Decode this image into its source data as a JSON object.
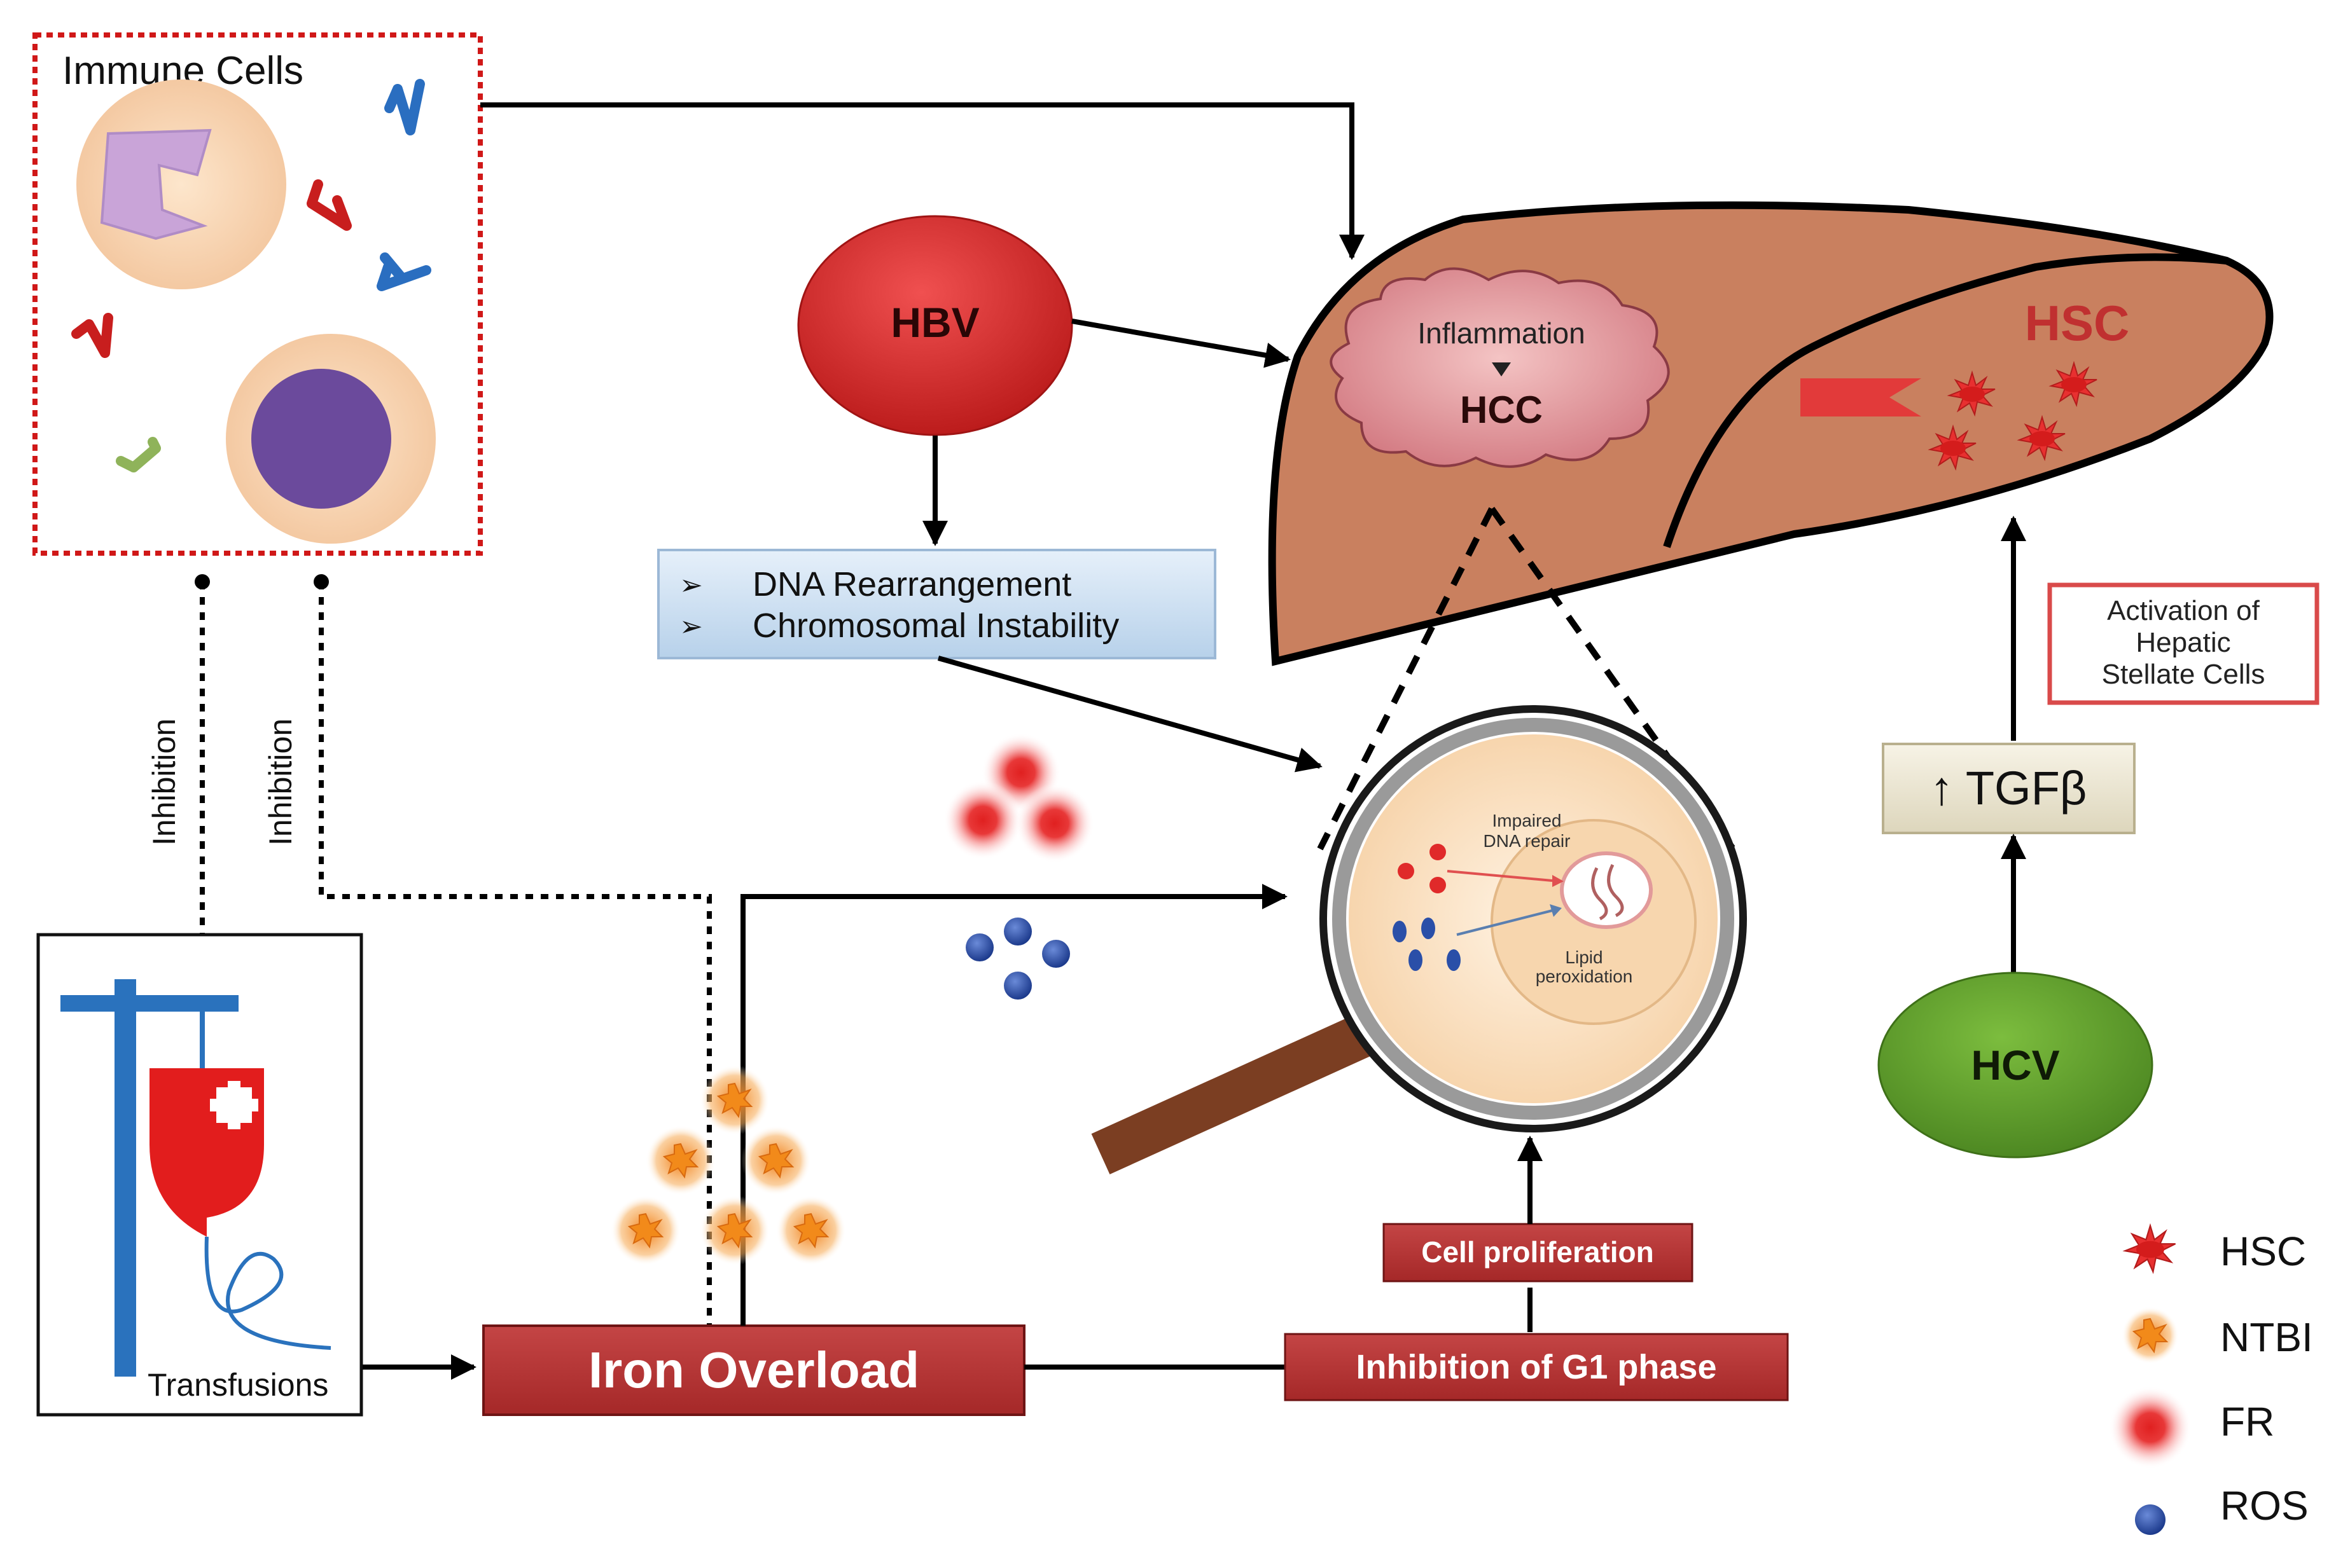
{
  "immune": {
    "label": "Immune Cells"
  },
  "inhibition": {
    "left": "Inhibition",
    "right": "Inhibition"
  },
  "transfusions": {
    "label": "Transfusions"
  },
  "iron": {
    "label": "Iron Overload"
  },
  "hbv": {
    "label": "HBV"
  },
  "dna": {
    "line1": "DNA Rearrangement",
    "line2": "Chromosomal  Instability",
    "bullet": "➢"
  },
  "liver": {
    "inflammation": "Inflammation",
    "hcc": "HCC",
    "hsc": "HSC"
  },
  "magnifier": {
    "impaired_line1": "Impaired",
    "impaired_line2": "DNA repair",
    "lipid_line1": "Lipid",
    "lipid_line2": "peroxidation"
  },
  "cell_prolif": {
    "label": "Cell proliferation"
  },
  "g1": {
    "label": "Inhibition  of G1 phase"
  },
  "activation": {
    "line1": "Activation of",
    "line2": "Hepatic",
    "line3": "Stellate Cells"
  },
  "tgf": {
    "label": "↑ TGFβ"
  },
  "hcv": {
    "label": "HCV"
  },
  "legend": {
    "hsc": "HSC",
    "ntbi": "NTBI",
    "fr": "FR",
    "ros": "ROS"
  },
  "colors": {
    "liver": "#c9805f",
    "hbv": "#d42a2a",
    "hcv": "#5e9b2a",
    "dark_red_box": "#a93030",
    "ros": "#2a4fa8",
    "ntbi": "#f28a1a",
    "border_red": "#cc1f1f"
  }
}
